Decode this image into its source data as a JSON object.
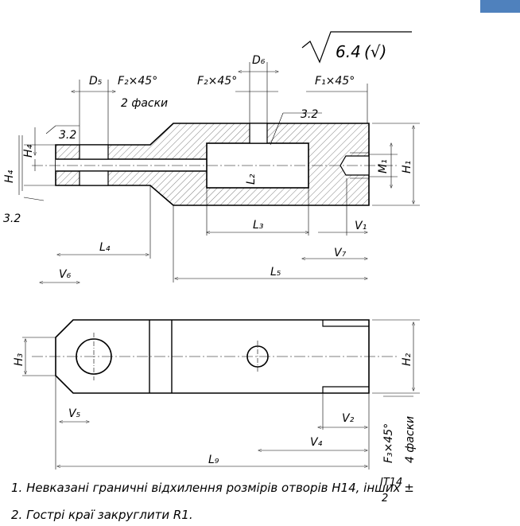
{
  "colors": {
    "ink": "#000000",
    "corner": "#4f81bd"
  },
  "roughness": {
    "value": "6.4",
    "paren": "(√)"
  },
  "labels": {
    "D5": "D₅",
    "D6": "D₆",
    "F2a": "F₂×45°",
    "chamfers2": "2 фаски",
    "F2b": "F₂×45°",
    "F1": "F₁×45°",
    "r32a": "3.2",
    "r32b": "3.2",
    "r32c": "3.2",
    "H4a": "H₄",
    "H4b": "H₄",
    "M1": "M₁",
    "H1": "H₁",
    "L2": "L₂",
    "L3": "L₃",
    "V1": "V₁",
    "L4": "L₄",
    "V7": "V₇",
    "V6": "V₆",
    "L5": "L₅",
    "H3": "H₃",
    "H2": "H₂",
    "V5": "V₅",
    "V2": "V₂",
    "V4": "V₄",
    "L9": "L₉",
    "F3": "F₃×45°",
    "chamfers4": "4 фаски"
  },
  "notes": {
    "note1": "1. Невказані граничні відхилення розмірів отворів H14, інших ±",
    "it14": "IT14",
    "two": "2",
    "note2": "2. Гострі краї закруглити R1."
  }
}
